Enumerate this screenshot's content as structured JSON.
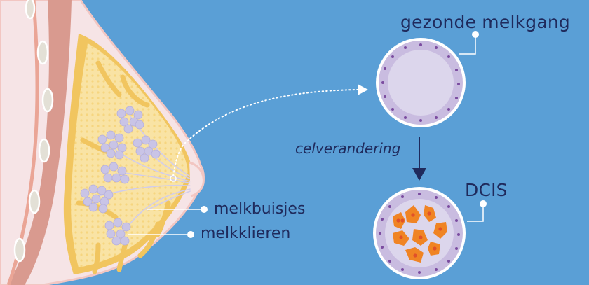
{
  "diagram": {
    "background_color": "#5a9fd6",
    "text_color": "#1f2a5c",
    "labels": {
      "healthy_duct": "gezonde melkgang",
      "cell_change": "celverandering",
      "dcis": "DCIS",
      "milk_ducts": "melkbuisjes",
      "milk_glands": "melkklieren"
    },
    "colors": {
      "skin": "#f6e4e6",
      "skin_outline": "#f2c6c2",
      "muscle": "#d99a8f",
      "rib_band": "#eaa596",
      "fat": "#f8df96",
      "fat_tissue": "#f1c55f",
      "lobule": "#c6c2e4",
      "duct_wall": "#c9bce0",
      "duct_lumen": "#dcd6ec",
      "nucleus": "#7b4c9f",
      "cancer_cell": "#f08424",
      "cancer_nucleus": "#e0502a",
      "arrow": "#1f2a5c"
    }
  }
}
